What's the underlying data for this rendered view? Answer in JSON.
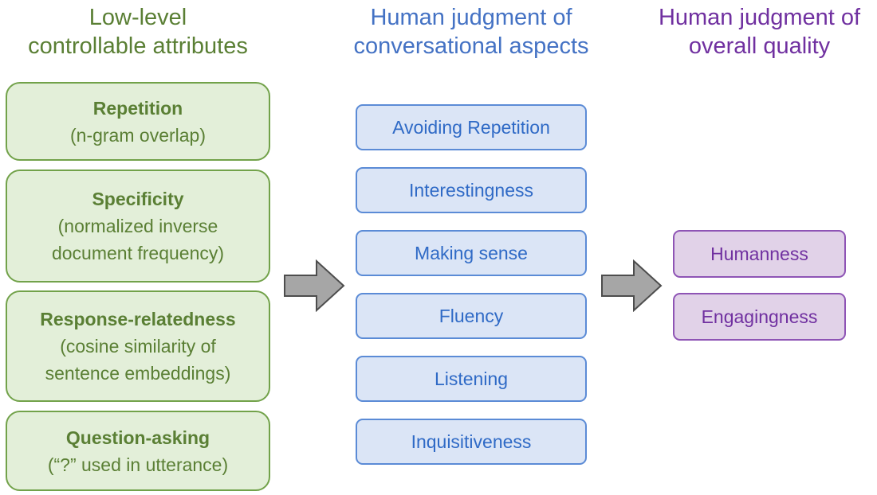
{
  "columns": {
    "attributes": {
      "title_line1": "Low-level",
      "title_line2": "controllable attributes"
    },
    "aspects": {
      "title_line1": "Human judgment of",
      "title_line2": "conversational aspects"
    },
    "quality": {
      "title_line1": "Human judgment of",
      "title_line2": "overall quality"
    }
  },
  "attributes": [
    {
      "name": "Repetition",
      "desc_line1": "(n-gram overlap)",
      "desc_line2": ""
    },
    {
      "name": "Specificity",
      "desc_line1": "(normalized inverse",
      "desc_line2": "document frequency)"
    },
    {
      "name": "Response-relatedness",
      "desc_line1": "(cosine similarity of",
      "desc_line2": "sentence embeddings)"
    },
    {
      "name": "Question-asking",
      "desc_line1": "(“?” used in utterance)",
      "desc_line2": ""
    }
  ],
  "aspects": [
    "Avoiding Repetition",
    "Interestingness",
    "Making sense",
    "Fluency",
    "Listening",
    "Inquisitiveness"
  ],
  "quality": [
    "Humanness",
    "Engagingness"
  ],
  "colors": {
    "green_text": "#5a7f34",
    "green_fill": "#e3efd9",
    "green_border": "#72a24a",
    "blue_text": "#2f6ac6",
    "blue_fill": "#dbe5f6",
    "blue_border": "#5b8bd6",
    "purple_text": "#7030a0",
    "purple_fill": "#e1d2e8",
    "purple_border": "#8e54b5",
    "arrow_fill": "#a6a6a6"
  }
}
